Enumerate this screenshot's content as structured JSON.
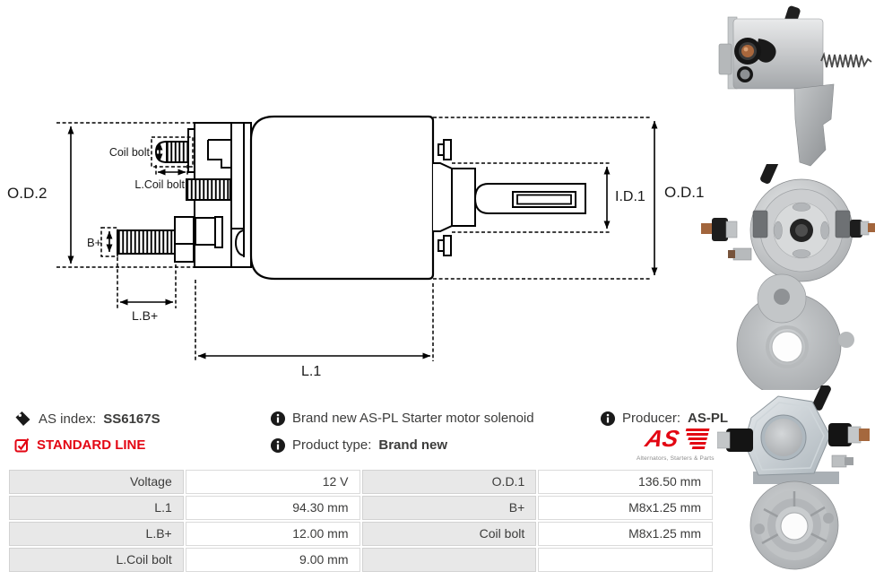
{
  "info": {
    "as_index_label": "AS index:",
    "as_index_value": "SS6167S",
    "standard_line_label": "STANDARD LINE",
    "description": "Brand new AS-PL Starter motor solenoid",
    "product_type_label": "Product type:",
    "product_type_value": "Brand new",
    "producer_label": "Producer:",
    "producer_value": "AS-PL"
  },
  "logo": {
    "mark": "AS",
    "tagline": "Alternators, Starters & Parts"
  },
  "drawing": {
    "labels": {
      "od2": "O.D.2",
      "od1": "O.D.1",
      "id1": "I.D.1",
      "l1": "L.1",
      "lb_plus": "L.B+",
      "b_plus": "B+",
      "coil_bolt": "Coil bolt",
      "l_coil_bolt": "L.Coil bolt"
    }
  },
  "spec_table": {
    "rows": [
      {
        "label_left": "Voltage",
        "value_left": "12 V",
        "label_right": "O.D.1",
        "value_right": "136.50 mm"
      },
      {
        "label_left": "L.1",
        "value_left": "94.30 mm",
        "label_right": "B+",
        "value_right": "M8x1.25 mm"
      },
      {
        "label_left": "L.B+",
        "value_left": "12.00 mm",
        "label_right": "Coil bolt",
        "value_right": "M8x1.25 mm"
      },
      {
        "label_left": "L.Coil bolt",
        "value_left": "9.00 mm",
        "label_right": "",
        "value_right": ""
      }
    ]
  },
  "icons": {
    "as_index": "tag-icon",
    "standard_line": "checkbox-checked-icon",
    "description": "info-icon",
    "product_type": "info-icon",
    "producer": "info-icon"
  },
  "colors": {
    "accent_red": "#e30613",
    "text_dark": "#3c3c3b",
    "table_label_bg": "#e8e8e8"
  }
}
